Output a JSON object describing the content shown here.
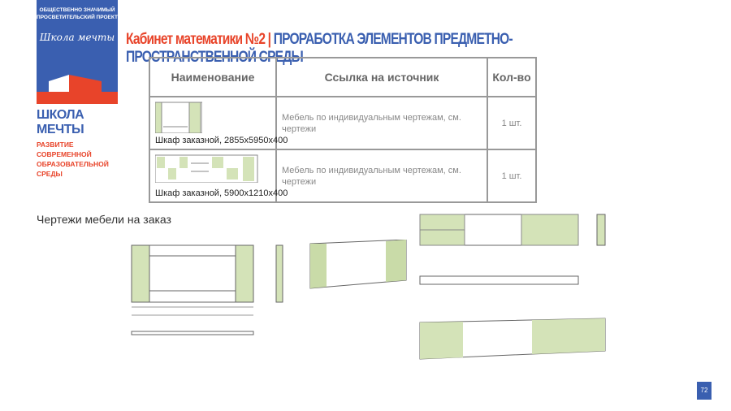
{
  "logo": {
    "tagline": "ОБЩЕСТВЕННО ЗНАЧИМЫЙ ПРОСВЕТИТЕЛЬСКИЙ ПРОЕКТ",
    "script": "Школа мечты",
    "name": "ШКОЛА МЕЧТЫ",
    "subtitle": "РАЗВИТИЕ СОВРЕМЕННОЙ ОБРАЗОВАТЕЛЬНОЙ СРЕДЫ"
  },
  "title": {
    "part1": "Кабинет математики №2 | ",
    "part2": "ПРОРАБОТКА ЭЛЕМЕНТОВ ПРЕДМЕТНО-ПРОСТРАНСТВЕННОЙ СРЕДЫ"
  },
  "table": {
    "headers": [
      "Наименование",
      "Ссылка на источник",
      "Кол-во"
    ],
    "rows": [
      {
        "name": "Шкаф заказной, 2855х5950х400",
        "source": "Мебель по индивидуальным чертежам, см. чертежи",
        "qty": "1 шт."
      },
      {
        "name": "Шкаф заказной, 5900х1210х400",
        "source": "Мебель по индивидуальным чертежам, см. чертежи",
        "qty": "1 шт."
      }
    ]
  },
  "section": "Чертежи мебели на заказ",
  "page_number": "72",
  "colors": {
    "blue": "#3a5fb0",
    "red": "#e8442a",
    "green": "#d4e3b8"
  }
}
